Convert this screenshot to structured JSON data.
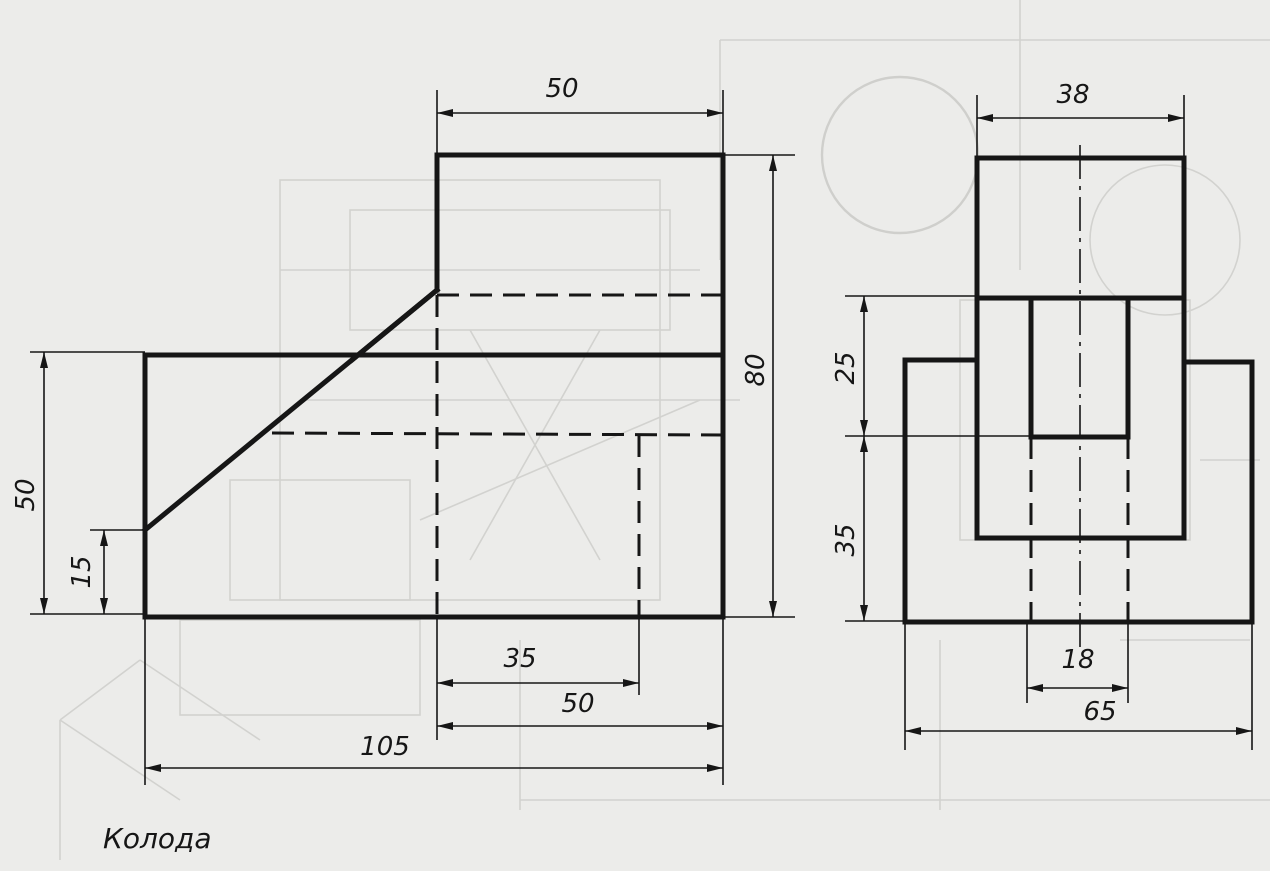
{
  "drawing": {
    "title": "Колода",
    "colors": {
      "paper": "#ececea",
      "ink": "#161616",
      "ghost": "#d2d2cf"
    },
    "front_view": {
      "dimensions": {
        "top_width": "50",
        "total_height": "80",
        "left_height": "50",
        "small_height": "15",
        "inner_35": "35",
        "inner_50": "50",
        "overall_width": "105"
      }
    },
    "side_view": {
      "dimensions": {
        "top_width": "38",
        "slot_height_upper": "25",
        "slot_height_lower": "35",
        "slot_width": "18",
        "overall_width": "65"
      }
    }
  }
}
